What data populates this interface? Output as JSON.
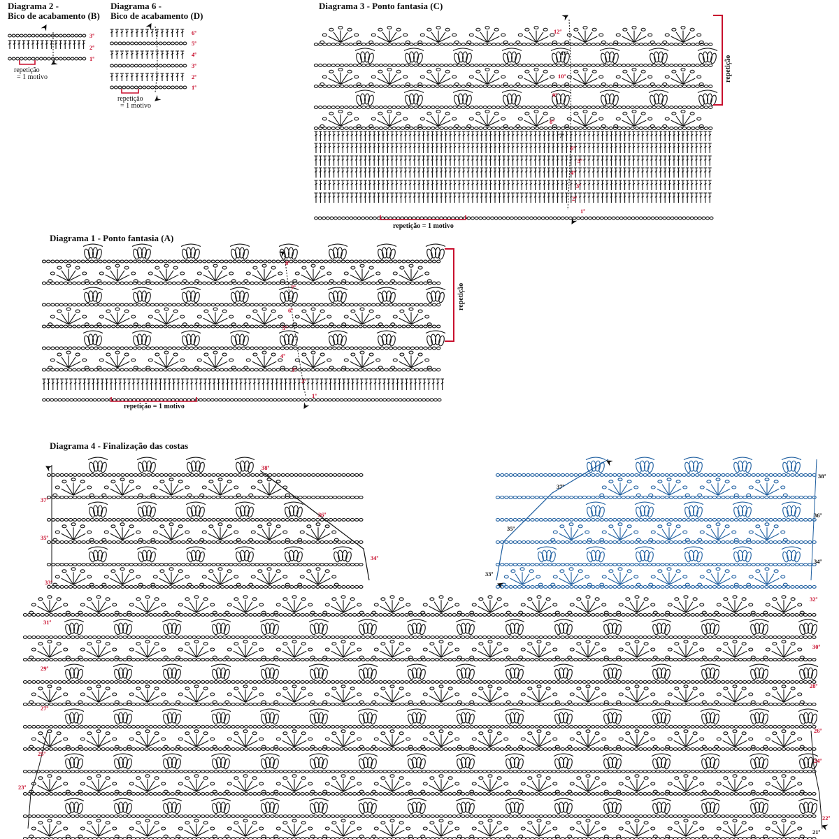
{
  "diagrams": {
    "d2": {
      "title_line1": "Diagrama 2 -",
      "title_line2": "Bico de acabamento (B)",
      "rows": [
        "3ª",
        "2ª",
        "1ª"
      ],
      "repeat_label_line1": "repetição",
      "repeat_label_line2": "= 1 motivo"
    },
    "d6": {
      "title_line1": "Diagrama 6 -",
      "title_line2": "Bico de acabamento (D)",
      "rows": [
        "6ª",
        "5ª",
        "4ª",
        "3ª",
        "2ª",
        "1ª"
      ],
      "repeat_label_line1": "repetição",
      "repeat_label_line2": "= 1 motivo"
    },
    "d3": {
      "title": "Diagrama 3 - Ponto fantasia (C)",
      "rows": [
        "12ª",
        "11ª",
        "10ª",
        "9ª",
        "8ª",
        "7ª",
        "6ª",
        "5ª",
        "4ª",
        "3ª",
        "2ª",
        "1ª"
      ],
      "repeat_label": "repetição = 1 motivo",
      "side_label": "repetição"
    },
    "d1": {
      "title": "Diagrama 1 - Ponto fantasia (A)",
      "rows": [
        "8ª",
        "7ª",
        "6ª",
        "5ª",
        "4ª",
        "3ª",
        "2ª",
        "1ª"
      ],
      "repeat_label": "repetição = 1 motivo",
      "side_label": "repetição"
    },
    "d4": {
      "title": "Diagrama 4 - Finalização das costas",
      "left_rows": [
        "38ª",
        "37ª",
        "36ª",
        "35ª",
        "34ª",
        "33ª",
        "31ª",
        "29ª",
        "27ª",
        "25ª",
        "23ª"
      ],
      "right_rows": [
        "38ª",
        "37ª",
        "36ª",
        "35ª",
        "34ª",
        "33ª",
        "32ª",
        "30ª",
        "28ª",
        "26ª",
        "24ª",
        "22ª",
        "21ª"
      ]
    }
  },
  "colors": {
    "row_number": "#c8102e",
    "ink": "#111111",
    "highlight_section": "#1f5fa0"
  }
}
